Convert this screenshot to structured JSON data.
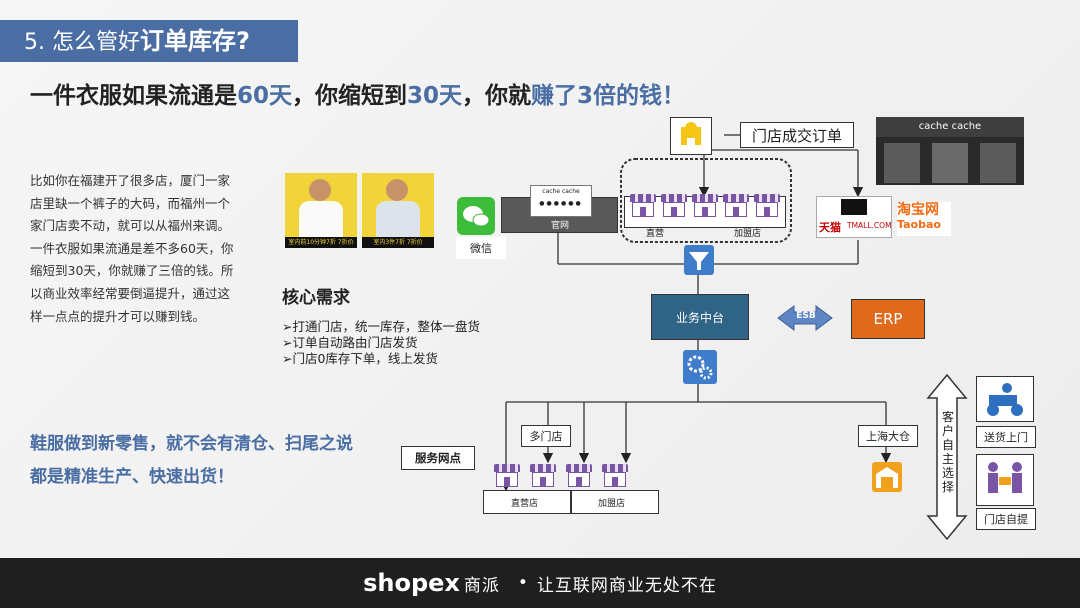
{
  "title": {
    "prefix": "5. 怎么管好",
    "emphasis": "订单库存?"
  },
  "headline": {
    "p1": "一件衣服如果流通是",
    "h1": "60天",
    "p2": "，你缩短到",
    "h2": "30天",
    "p3": "，你就",
    "h3": "赚了3倍的钱！"
  },
  "paragraph": "比如你在福建开了很多店，厦门一家店里缺一个裤子的大码，而福州一个家门店卖不动，就可以从福州来调。一件衣服如果流通是差不多60天，你缩短到30天，你就赚了三倍的钱。所以商业效率经常要倒逼提升，通过这样一点点的提升才可以赚到钱。",
  "photos": [
    {
      "caption": "室内前10分钟7折 7折价"
    },
    {
      "caption": "室内3件7折 7折价"
    }
  ],
  "core": {
    "title": "核心需求",
    "items": [
      "➢打通门店，统一库存，整体一盘货",
      "➢订单自动路由门店发货",
      "➢门店0库存下单，线上发货"
    ]
  },
  "slogan": [
    "鞋服做到新零售，就不会有清仓、扫尾之说",
    "都是精准生产、快速出货！"
  ],
  "diagram": {
    "store_order": "门店成交订单",
    "wechat": "微信",
    "official_site": "官网",
    "brand": "cache cache",
    "direct_store": "直营",
    "franchise_store": "加盟店",
    "tmall_cn": "天猫",
    "tmall_en": "TMALL.COM",
    "taobao_cn": "淘宝网",
    "taobao_en": "Taobao",
    "middle_platform": "业务中台",
    "esb": "ESB",
    "erp": "ERP",
    "service_point": "服务网点",
    "multi_store": "多门店",
    "bottom_direct": "直营店",
    "bottom_franchise": "加盟店",
    "shanghai_wh": "上海大仓",
    "customer_choice": "客户自主选择",
    "delivery": "送货上门",
    "pickup": "门店自提"
  },
  "footer": {
    "brand": "shopex",
    "brand_cn": "商派",
    "dot": "•",
    "slogan": "让互联网商业无处不在"
  },
  "colors": {
    "accent": "#4a6ea3",
    "platform": "#2f6487",
    "erp": "#e06a1c",
    "footer": "#1f1f1f"
  }
}
